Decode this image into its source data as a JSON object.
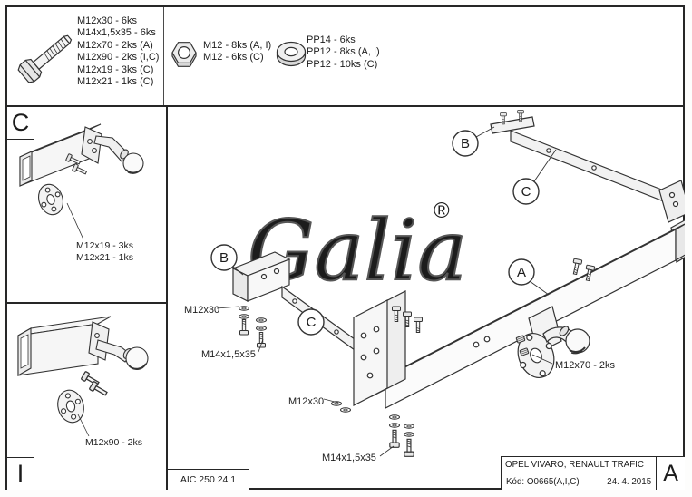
{
  "legend": {
    "bolts": [
      "M12x30 - 6ks",
      "M14x1,5x35 - 6ks",
      "M12x70 - 2ks (A)",
      "M12x90 - 2ks (I,C)",
      "M12x19 - 3ks (C)",
      "M12x21 - 1ks (C)"
    ],
    "nuts": [
      "M12 - 8ks (A, I)",
      "M12 - 6ks (C)"
    ],
    "washers": [
      "PP14 - 6ks",
      "PP12 - 8ks (A, I)",
      "PP12 - 10ks (C)"
    ]
  },
  "zones": {
    "top_left": "C",
    "bottom_left": "I"
  },
  "detail_c": {
    "labels": [
      "M12x19 - 3ks",
      "M12x21 - 1ks"
    ]
  },
  "detail_i": {
    "labels": [
      "M12x90 - 2ks"
    ]
  },
  "drawing": {
    "logo_text": "Galia",
    "logo_reg": "®",
    "callouts": {
      "b_top": "B",
      "c_right": "C",
      "a_mid": "A",
      "b_left": "B",
      "c_left": "C"
    },
    "labels": {
      "m12x30_left": "M12x30",
      "m14_left": "M14x1,5x35",
      "m12x30_mid": "M12x30",
      "m14_mid": "M14x1,5x35",
      "m12x70": "M12x70 - 2ks"
    }
  },
  "title_block": {
    "doc_number": "AIC 250 24 1",
    "vehicle": "OPEL VIVARO, RENAULT TRAFIC",
    "code": "Kód: O0665(A,I,C)",
    "date": "24. 4. 2015",
    "variant": "A"
  }
}
